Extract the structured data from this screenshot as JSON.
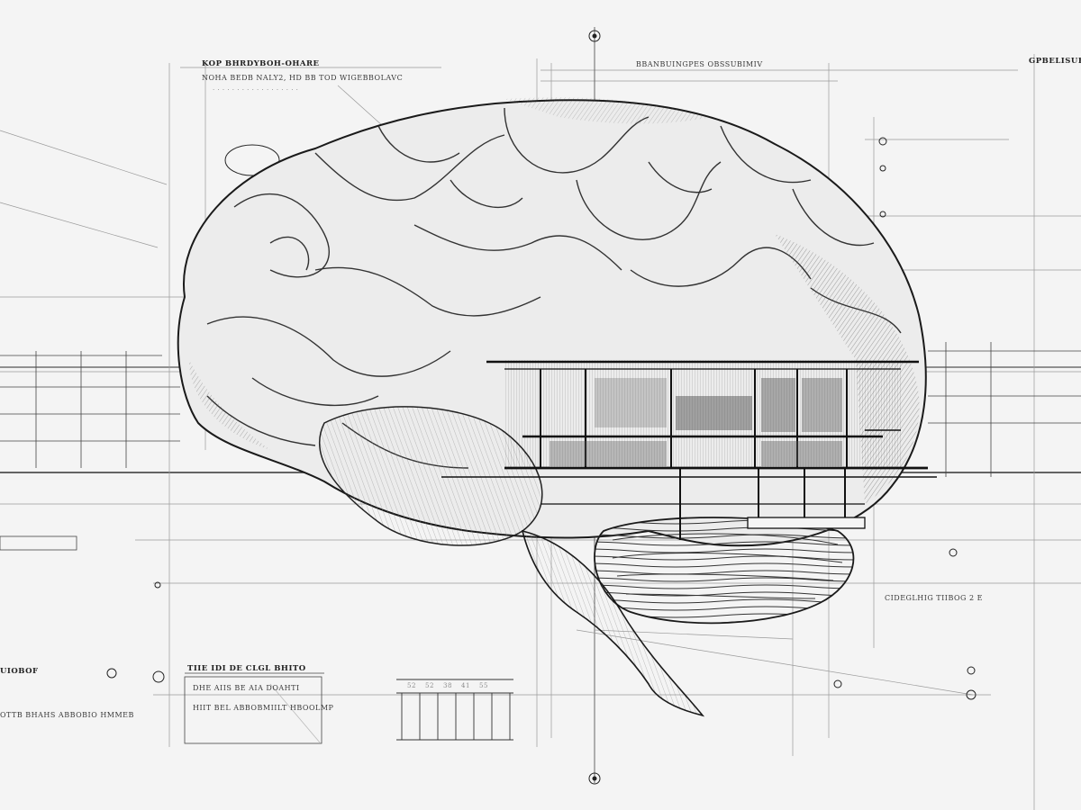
{
  "artwork": {
    "subject": "Pencil sketch of a human brain in side profile with an architectural building cross-section embedded in its lower half, overlaid with blueprint construction lines, callouts and annotation blocks",
    "style": "monochrome ink/pencil blueprint",
    "colors": {
      "background": "#f4f4f4",
      "ink_dark": "#1a1a1a",
      "ink_mid": "#555555",
      "ink_light": "#9a9a9a",
      "brain_fill": "#e9e9e9"
    },
    "annotations": {
      "top_left_title": "KOP BHRDYBOH-OHARE",
      "top_left_line": "NOHA BEDB NALY2, HD BB TOD WIGEBBOLAVC",
      "top_center_title": "BBANBUINGPES OBSSUBIMIV",
      "top_right_title": "GPBELISUFCO RU",
      "right_mid_label": "CIDEGLHIG TIIBOG 2 E",
      "bottom_left_title": "TIIE IDI DE CLGL BHITO",
      "bottom_left_subtitle": "DHE AIIS BE AIA DOAHTI",
      "bottom_left_block": "HIIT BEL ABBOBMIILT HBOOLMP",
      "far_left_title": "UIOBOF",
      "far_left_block": "OTTB BHAHS ABBOBIO HMMEB"
    },
    "elevation_drawing": {
      "marks": [
        "52",
        "52",
        "38",
        "41",
        "55"
      ]
    }
  }
}
